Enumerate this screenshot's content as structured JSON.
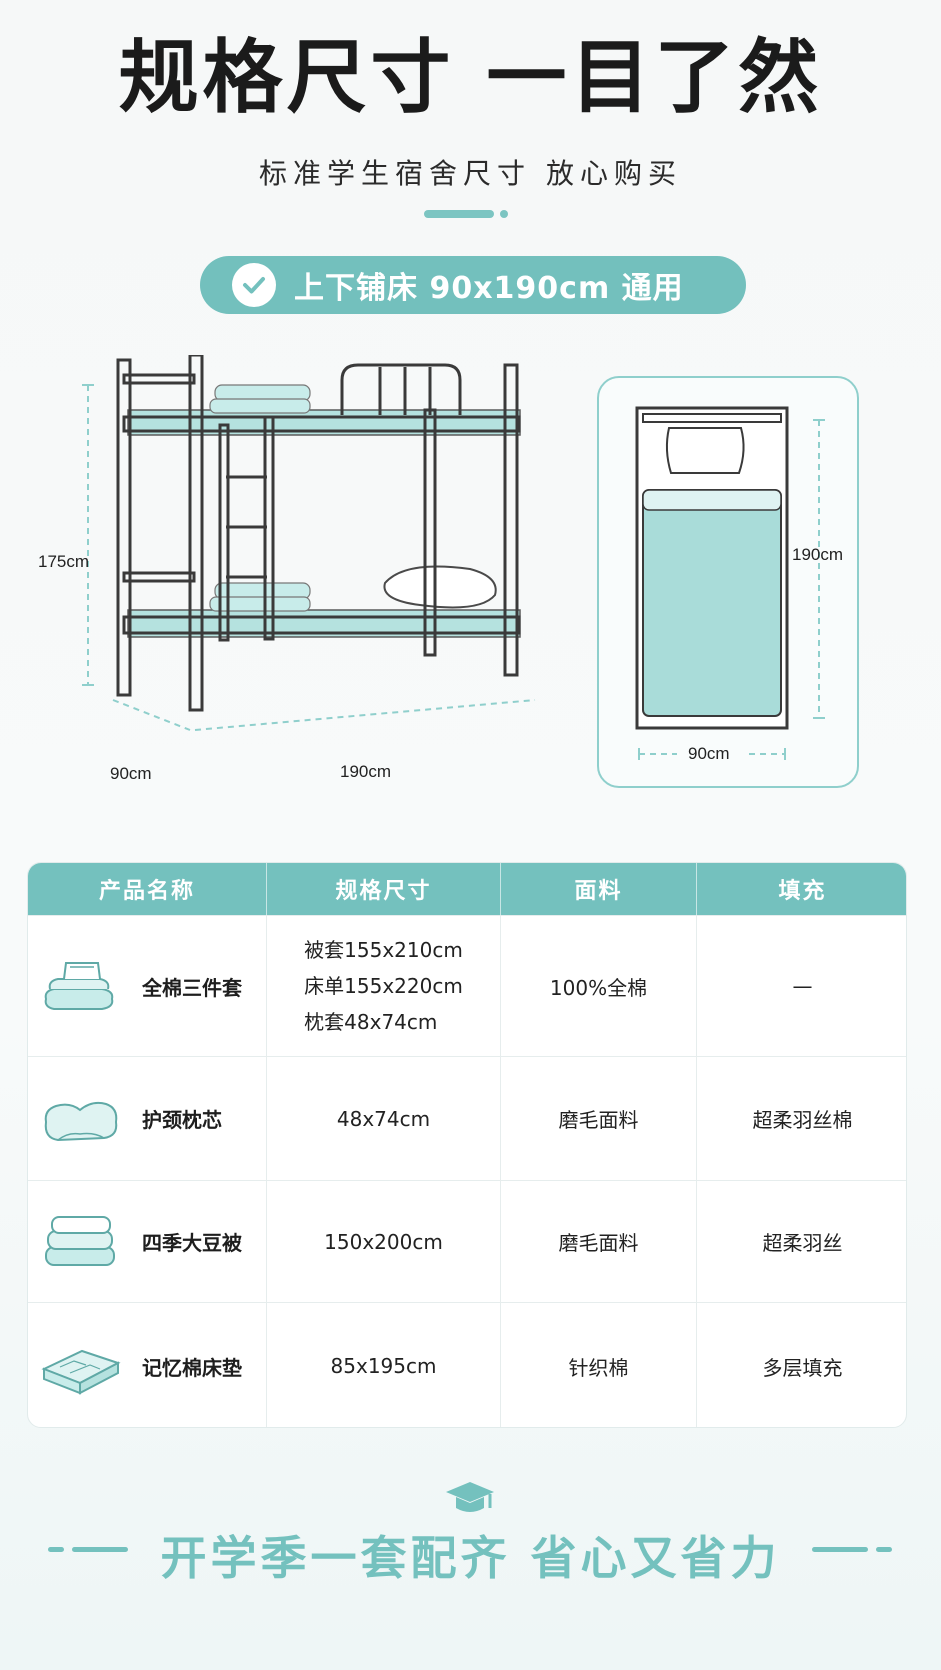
{
  "header": {
    "title": "规格尺寸 一目了然",
    "subtitle": "标准学生宿舍尺寸 放心购买",
    "badge": "上下铺床 90x190cm 通用"
  },
  "bunk_diagram": {
    "height_label": "175cm",
    "depth_label": "90cm",
    "length_label": "190cm"
  },
  "mattress_diagram": {
    "length_label": "190cm",
    "width_label": "90cm"
  },
  "table": {
    "headers": [
      "产品名称",
      "规格尺寸",
      "面料",
      "填充"
    ],
    "rows": [
      {
        "icon": "bedding-set-icon",
        "name": "全棉三件套",
        "spec": [
          "被套155x210cm",
          "床单155x220cm",
          "枕套48x74cm"
        ],
        "fabric": "100%全棉",
        "filling": "—"
      },
      {
        "icon": "pillow-icon",
        "name": "护颈枕芯",
        "spec": [
          "48x74cm"
        ],
        "fabric": "磨毛面料",
        "filling": "超柔羽丝棉"
      },
      {
        "icon": "quilt-icon",
        "name": "四季大豆被",
        "spec": [
          "150x200cm"
        ],
        "fabric": "磨毛面料",
        "filling": "超柔羽丝"
      },
      {
        "icon": "mattress-icon",
        "name": "记忆棉床垫",
        "spec": [
          "85x195cm"
        ],
        "fabric": "针织棉",
        "filling": "多层填充"
      }
    ]
  },
  "footer": {
    "icon": "graduation-cap-icon",
    "slogan": "开学季一套配齐 省心又省力"
  },
  "colors": {
    "accent": "#74c1be",
    "accent_light": "#a9dcd9",
    "text_dark": "#1b1b1b"
  }
}
